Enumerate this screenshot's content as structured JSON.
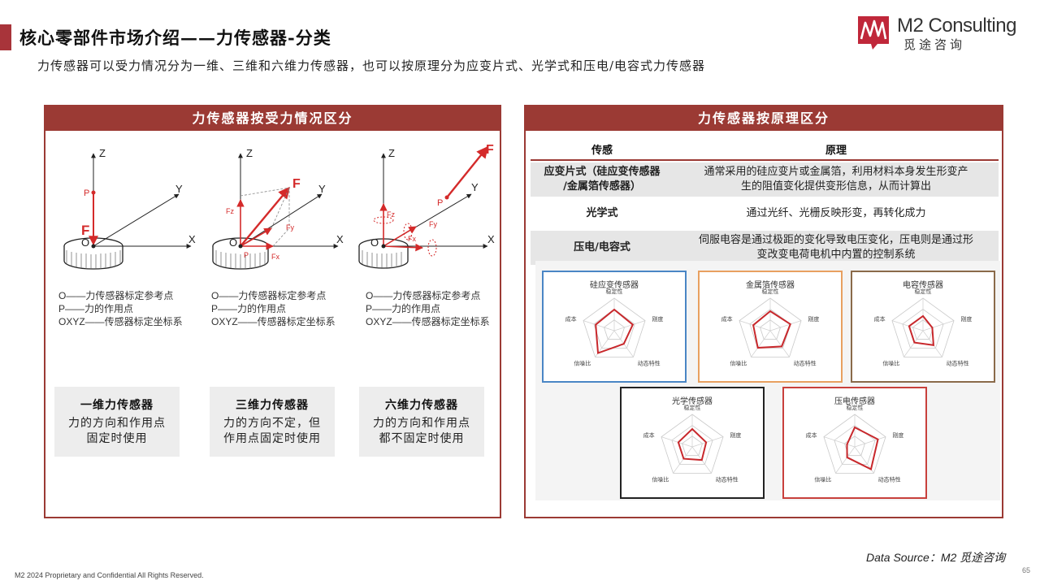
{
  "header": {
    "title": "核心零部件市场介绍——力传感器-分类",
    "subtitle": "力传感器可以受力情况分为一维、三维和六维力传感器，也可以按原理分为应变片式、光学式和压电/电容式力传感器"
  },
  "logo": {
    "name": "M2 Consulting",
    "sub": "觅途咨询"
  },
  "left_panel": {
    "header": "力传感器按受力情况区分",
    "diagram_labels": {
      "z": "Z",
      "y": "Y",
      "x": "X",
      "o": "O",
      "p": "P",
      "f": "F",
      "fz": "Fz",
      "fy": "Fy",
      "fx": "Fx"
    },
    "legend": [
      "O——力传感器标定参考点",
      "P——力的作用点",
      "OXYZ——传感器标定坐标系"
    ],
    "cards": [
      {
        "title": "一维力传感器",
        "desc_line1": "力的方向和作用点",
        "desc_line2": "固定时使用"
      },
      {
        "title": "三维力传感器",
        "desc_line1": "力的方向不定，但",
        "desc_line2": "作用点固定时使用"
      },
      {
        "title": "六维力传感器",
        "desc_line1": "力的方向和作用点",
        "desc_line2": "都不固定时使用"
      }
    ]
  },
  "right_panel": {
    "header": "力传感器按原理区分",
    "table": {
      "headers": [
        "传感",
        "原理"
      ],
      "rows": [
        {
          "type_line1": "应变片式（硅应变传感器",
          "type_line2": "/金属箔传感器）",
          "principle_line1": "通常采用的硅应变片或金属箔，利用材料本身发生形变产",
          "principle_line2": "生的阻值变化提供变形信息，从而计算出"
        },
        {
          "type_line1": "光学式",
          "principle_line1": "通过光纤、光栅反映形变，再转化成力"
        },
        {
          "type_line1": "压电/电容式",
          "principle_line1": "伺服电容是通过极距的变化导致电压变化，压电则是通过形",
          "principle_line2": "变改变电荷电机中内置的控制系统"
        }
      ]
    },
    "radar_axes": [
      "稳定性",
      "刚度",
      "动态特性",
      "信噪比",
      "成本"
    ],
    "radars": [
      {
        "title": "硅应变传感器",
        "border": "#4a86c5",
        "values": [
          0.65,
          0.6,
          0.5,
          0.85,
          0.6
        ]
      },
      {
        "title": "金属箔传感器",
        "border": "#e8a060",
        "values": [
          0.6,
          0.65,
          0.6,
          0.65,
          0.55
        ]
      },
      {
        "title": "电容传感器",
        "border": "#8a6a4a",
        "values": [
          0.45,
          0.3,
          0.55,
          0.45,
          0.45
        ]
      },
      {
        "title": "光学传感器",
        "border": "#222222",
        "values": [
          0.55,
          0.45,
          0.5,
          0.45,
          0.45
        ]
      },
      {
        "title": "压电传感器",
        "border": "#c8403c",
        "values": [
          0.6,
          0.75,
          0.85,
          0.4,
          0.25
        ]
      }
    ]
  },
  "footer": {
    "data_source": "Data Source：M2 觅途咨询",
    "copyright": "M2  2024 Proprietary and Confidential All Rights Reserved.",
    "page": "65"
  }
}
